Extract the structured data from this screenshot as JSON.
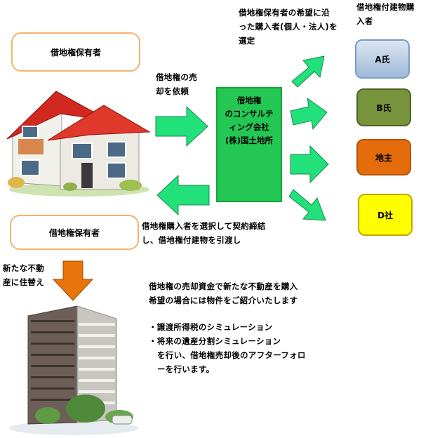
{
  "owner_top_label": "借地権保有者",
  "owner_bottom_label": "借地権保有者",
  "sell_request_line1": "借地権の売",
  "sell_request_line2": "却を依頼",
  "consultant_lines": [
    "借地権",
    "のコンサルテ",
    "ィング会社",
    "(株)国土地所"
  ],
  "selection_note_line1": "借地権保有者の希望に沿",
  "selection_note_line2": "った購入者(個人・法人)を",
  "selection_note_line3": "選定",
  "buyers_header_line1": "借地権付建物購",
  "buyers_header_line2": "入者",
  "buyers": [
    {
      "label": "A氏",
      "color": "#b8cce4"
    },
    {
      "label": "B氏",
      "color": "#77933c"
    },
    {
      "label": "地主",
      "color": "#e46c0a"
    },
    {
      "label": "D社",
      "color": "#ffff00"
    }
  ],
  "contract_line1": "借地権購入者を選択して契約締結",
  "contract_line2": "し、借地権付建物を引渡し",
  "move_line1": "新たな不動",
  "move_line2": "産に住替え",
  "reinvest_line1": "借地権の売却資金で新たな不動産を購入",
  "reinvest_line2": "希望の場合には物件をご紹介いたします",
  "service_1": "・譲渡所得税のシミュレーション",
  "service_2": "・将来の遺産分割シミュレーション",
  "service_2_cont1": "を行い、借地権売却後のアフターフォロ",
  "service_2_cont2": "ーを行います。",
  "colors": {
    "arrow_green": "#22e07a",
    "arrow_orange": "#e8740c",
    "consult_green": "#24c654"
  }
}
